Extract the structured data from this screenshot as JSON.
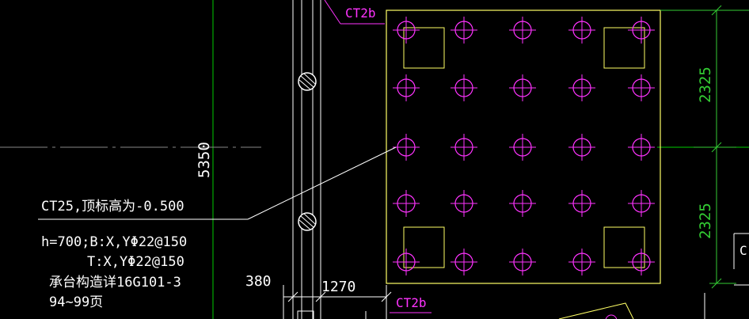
{
  "colors": {
    "background": "#000000",
    "pile_cap_outline": "#ffff66",
    "pile_symbol": "#ff33ff",
    "dimension": "#33cc33",
    "axis_line": "#00cc00",
    "annotation_text": "#ffffff",
    "leader": "#ffffff",
    "white_lines": "#ffffff"
  },
  "labels": {
    "cap_ref_top": "CT2b",
    "cap_ref_bottom": "CT2b",
    "partial_letter": "C"
  },
  "dimensions": {
    "vertical_left": "5350",
    "right_upper": "2325",
    "right_lower": "2325",
    "bottom_380": "380",
    "bottom_1270": "1270"
  },
  "annotation": {
    "line1": "CT25,顶标高为-0.500",
    "line2": "h=700;B:X,YΦ22@150",
    "line3": "T:X,YΦ22@150",
    "line4": "承台构造详16G101-3",
    "line5": "94~99页"
  },
  "pile_grid": {
    "rows": 5,
    "cols": 5,
    "symbol": "pile-crosshair"
  }
}
